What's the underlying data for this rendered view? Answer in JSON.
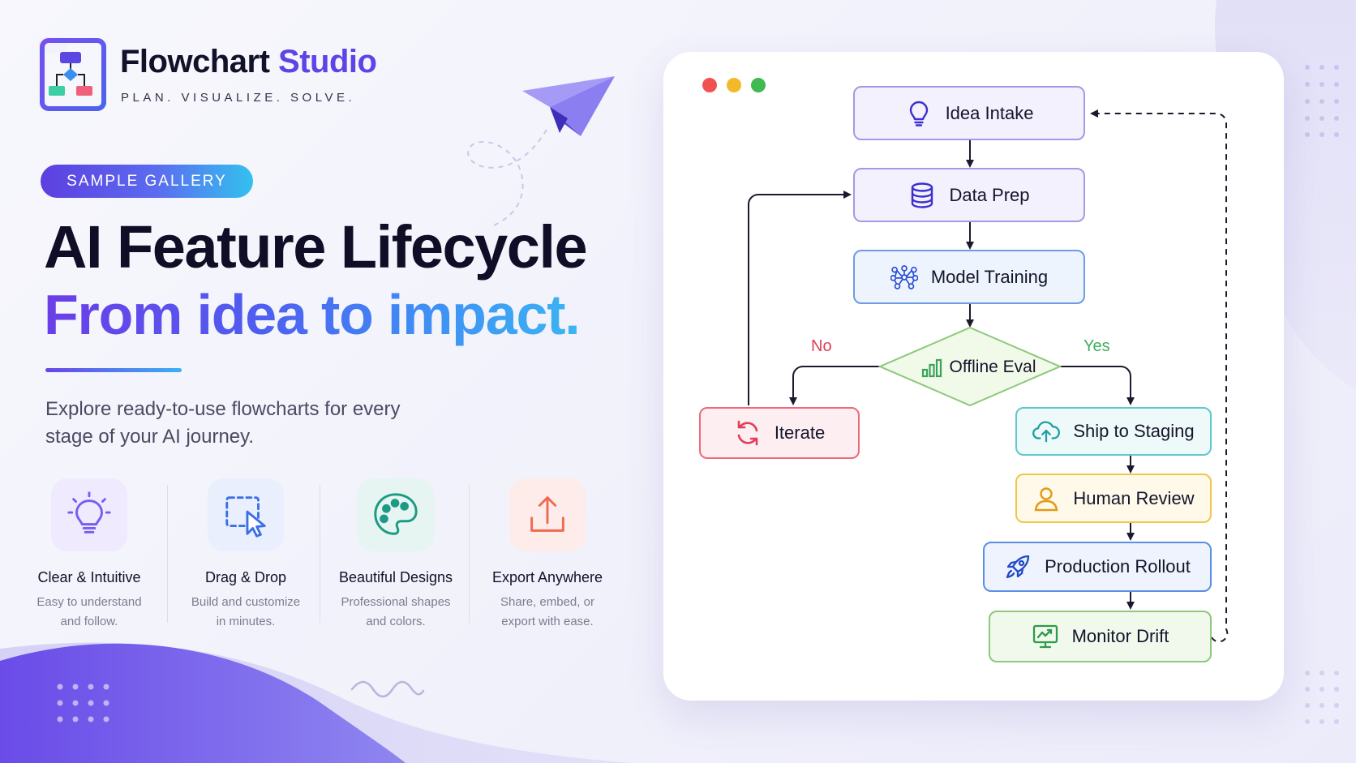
{
  "brand": {
    "name_part1": "Flowchart",
    "name_part2": "Studio",
    "tagline": "PLAN. VISUALIZE. SOLVE."
  },
  "badge": "SAMPLE GALLERY",
  "hero": {
    "title": "AI Feature Lifecycle",
    "subtitle": "From idea to impact.",
    "description": "Explore ready-to-use flowcharts for every stage of your AI journey."
  },
  "features": [
    {
      "title": "Clear & Intuitive",
      "desc_line1": "Easy to understand",
      "desc_line2": "and follow.",
      "icon": "lightbulb-icon",
      "color": "#7b5cf0"
    },
    {
      "title": "Drag & Drop",
      "desc_line1": "Build and customize",
      "desc_line2": "in minutes.",
      "icon": "cursor-select-icon",
      "color": "#3b6fe8"
    },
    {
      "title": "Beautiful Designs",
      "desc_line1": "Professional shapes",
      "desc_line2": "and colors.",
      "icon": "palette-icon",
      "color": "#1c9a86"
    },
    {
      "title": "Export Anywhere",
      "desc_line1": "Share, embed, or",
      "desc_line2": "export with ease.",
      "icon": "upload-icon",
      "color": "#ef6a4f"
    }
  ],
  "flow": {
    "nodes": {
      "idea_intake": {
        "label": "Idea Intake",
        "icon": "lightbulb-icon"
      },
      "data_prep": {
        "label": "Data Prep",
        "icon": "database-icon"
      },
      "model_training": {
        "label": "Model Training",
        "icon": "neural-network-icon"
      },
      "offline_eval": {
        "label": "Offline Eval",
        "icon": "bar-chart-icon"
      },
      "iterate": {
        "label": "Iterate",
        "icon": "refresh-icon"
      },
      "ship_to_staging": {
        "label": "Ship to Staging",
        "icon": "cloud-upload-icon"
      },
      "human_review": {
        "label": "Human Review",
        "icon": "user-icon"
      },
      "production_rollout": {
        "label": "Production Rollout",
        "icon": "rocket-icon"
      },
      "monitor_drift": {
        "label": "Monitor Drift",
        "icon": "monitor-chart-icon"
      }
    },
    "branch_no": "No",
    "branch_yes": "Yes"
  },
  "colors": {
    "accent": "#5b45e6",
    "purple_node": "#8f7fe0",
    "blue_node": "#5a8fe6",
    "green_node": "#8cc97a",
    "red_node": "#ec6a7c",
    "teal_node": "#5fc8cb",
    "yellow_node": "#f0c64a",
    "window_red": "#f05252",
    "window_yellow": "#f4b92a",
    "window_green": "#3fb950"
  }
}
